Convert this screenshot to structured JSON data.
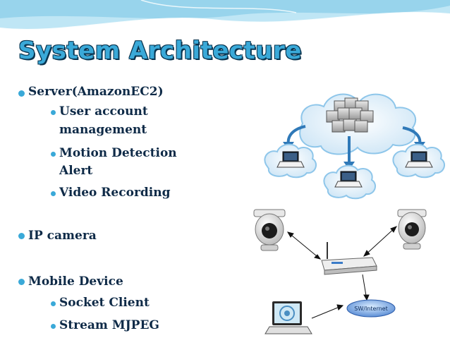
{
  "title": "System Architecture",
  "bullets": {
    "server": "Server(AmazonEC2)",
    "user_account_1": "User account",
    "user_account_2": "management",
    "motion_1": "Motion Detection",
    "motion_2": "Alert",
    "video": "Video Recording",
    "ip_camera": "IP camera",
    "mobile": "Mobile Device",
    "socket": "Socket Client",
    "stream": "Stream MJPEG"
  },
  "network_label": "SW/Internet",
  "colors": {
    "title": "#3aa9d8",
    "bullet": "#3aa9d8",
    "text": "#0e2a47",
    "arrow": "#2f79b8"
  }
}
